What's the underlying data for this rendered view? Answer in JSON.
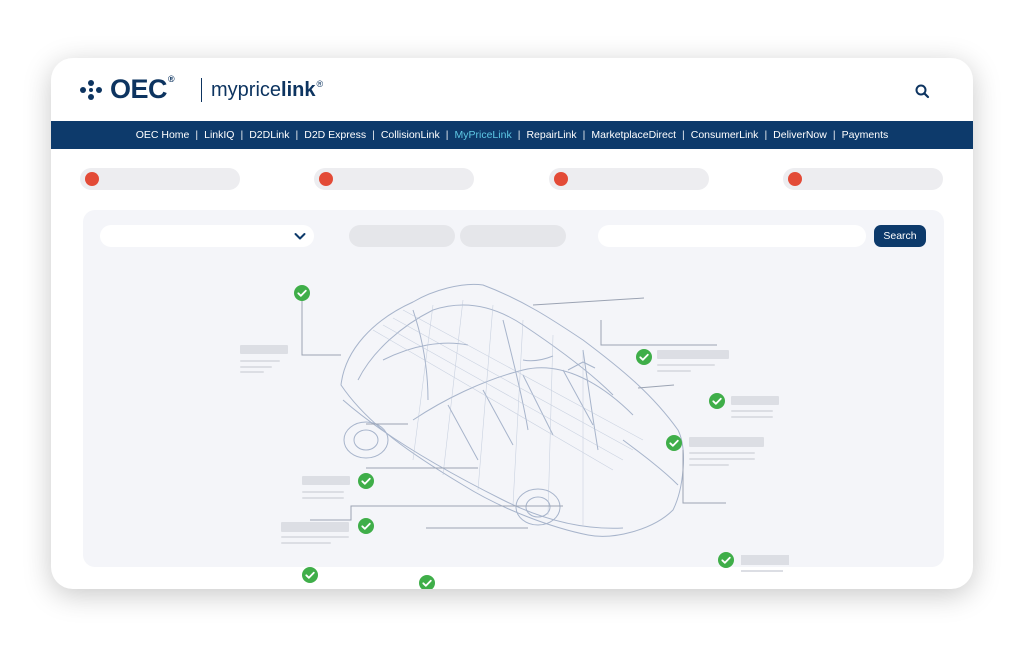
{
  "header": {
    "logo": "OEC",
    "logo_mark": "®",
    "brand_regular": "mypricelink",
    "brand_bold": "link",
    "brand_prefix": "myprice",
    "brand_mark": "®",
    "search_icon": "search-icon"
  },
  "nav": {
    "items": [
      {
        "label": "OEC Home",
        "active": false
      },
      {
        "label": "LinkIQ",
        "active": false
      },
      {
        "label": "D2DLink",
        "active": false
      },
      {
        "label": "D2D Express",
        "active": false
      },
      {
        "label": "CollisionLink",
        "active": false
      },
      {
        "label": "MyPriceLink",
        "active": true
      },
      {
        "label": "RepairLink",
        "active": false
      },
      {
        "label": "MarketplaceDirect",
        "active": false
      },
      {
        "label": "ConsumerLink",
        "active": false
      },
      {
        "label": "DeliverNow",
        "active": false
      },
      {
        "label": "Payments",
        "active": false
      }
    ],
    "separator": "|"
  },
  "search": {
    "button_label": "Search",
    "placeholder": ""
  },
  "colors": {
    "navy": "#0d3a6b",
    "active_nav": "#5ec8e5",
    "status_red": "#e34b37",
    "check_green": "#3fae49"
  },
  "diagram": {
    "check_icon": "check-circle-icon",
    "illustration": "car-wireframe-illustration"
  }
}
